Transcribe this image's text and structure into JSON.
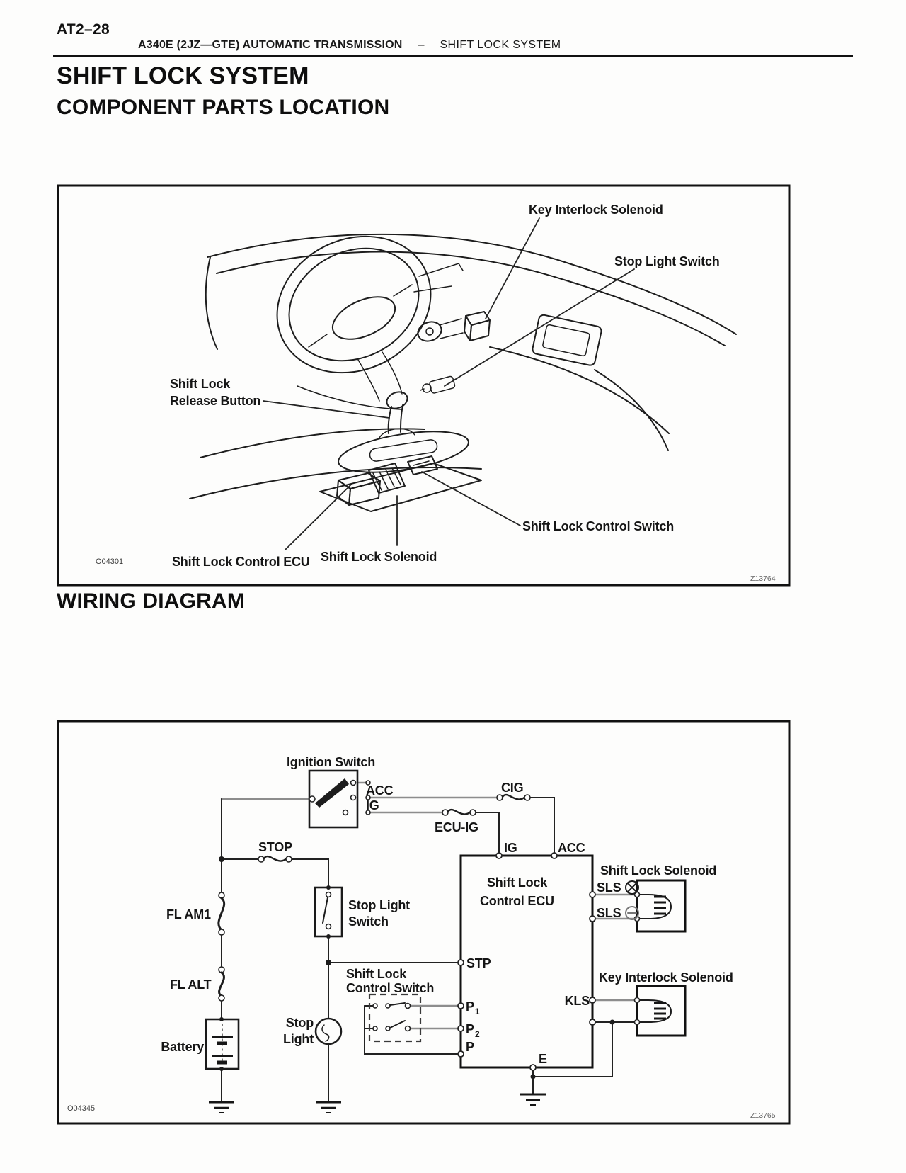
{
  "page": {
    "page_number": "AT2–28",
    "header_title": "A340E (2JZ—GTE) AUTOMATIC TRANSMISSION",
    "header_dash": "–",
    "header_section": "SHIFT LOCK SYSTEM",
    "title": "SHIFT LOCK SYSTEM",
    "component_section_title": "COMPONENT PARTS LOCATION",
    "wiring_section_title": "WIRING DIAGRAM"
  },
  "component_location": {
    "labels": {
      "key_interlock_solenoid": "Key Interlock Solenoid",
      "stop_light_switch": "Stop Light Switch",
      "shift_lock_release_line1": "Shift Lock",
      "shift_lock_release_line2": "Release Button",
      "shift_lock_control_ecu": "Shift Lock Control ECU",
      "shift_lock_solenoid": "Shift Lock Solenoid",
      "shift_lock_control_switch": "Shift Lock Control Switch",
      "figure_code": "O04301",
      "plate_code": "Z13764"
    }
  },
  "wiring": {
    "labels": {
      "ignition_switch": "Ignition Switch",
      "acc": "ACC",
      "ig": "IG",
      "cig": "CIG",
      "ecu_ig": "ECU-IG",
      "stop": "STOP",
      "ecu_pin_ig": "IG",
      "ecu_pin_acc": "ACC",
      "ecu_line1": "Shift Lock",
      "ecu_line2": "Control ECU",
      "shift_lock_solenoid": "Shift Lock Solenoid",
      "sls_plus": "SLS",
      "sls_minus": "SLS",
      "fl_am1": "FL AM1",
      "fl_alt": "FL ALT",
      "stop_light_switch_line1": "Stop Light",
      "stop_light_switch_line2": "Switch",
      "stp": "STP",
      "control_switch_line1": "Shift Lock",
      "control_switch_line2": "Control Switch",
      "key_interlock_solenoid": "Key Interlock Solenoid",
      "kls": "KLS",
      "stop_light_line1": "Stop",
      "stop_light_line2": "Light",
      "battery": "Battery",
      "p1": "P",
      "p1_sub": "1",
      "p2": "P",
      "p2_sub": "2",
      "p": "P",
      "e": "E",
      "figure_code": "O04345",
      "plate_code": "Z13765"
    }
  }
}
